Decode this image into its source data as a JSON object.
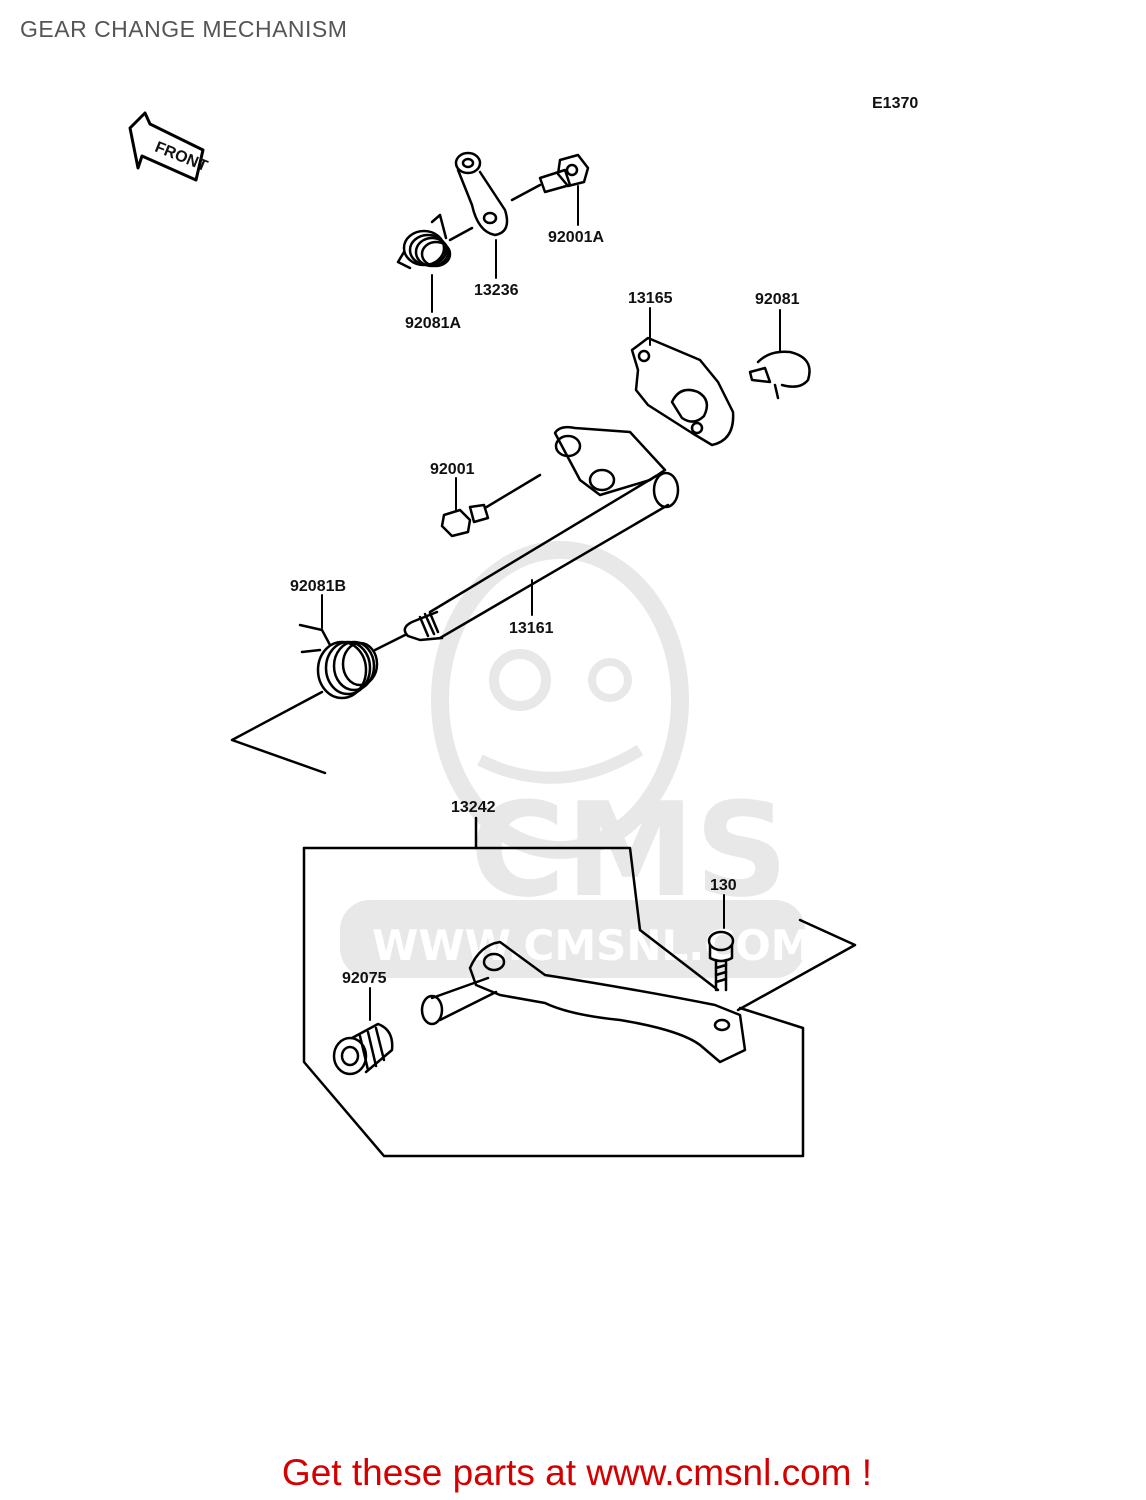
{
  "title": "GEAR CHANGE MECHANISM",
  "diagram_code": "E1370",
  "direction_label": "FRONT",
  "parts": [
    {
      "number": "92001A"
    },
    {
      "number": "13236"
    },
    {
      "number": "92081A"
    },
    {
      "number": "13165"
    },
    {
      "number": "92081"
    },
    {
      "number": "92001"
    },
    {
      "number": "92081B"
    },
    {
      "number": "13161"
    },
    {
      "number": "13242"
    },
    {
      "number": "130"
    },
    {
      "number": "92075"
    }
  ],
  "watermark": {
    "brand": "CMS",
    "url": "WWW.CMSNL.COM"
  },
  "footer": "Get these parts at www.cmsnl.com !",
  "colors": {
    "footer": "#d40000",
    "title": "#555555",
    "watermark": "#e6e6e6"
  }
}
